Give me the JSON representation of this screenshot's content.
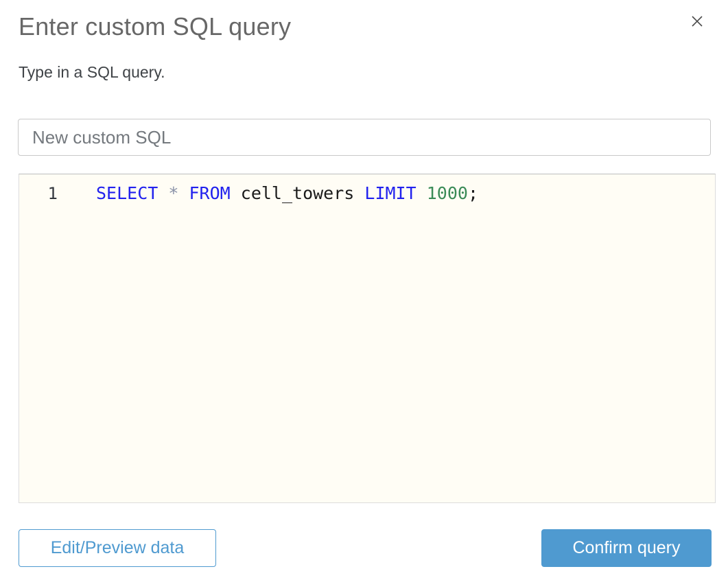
{
  "dialog": {
    "title": "Enter custom SQL query",
    "subtitle": "Type in a SQL query."
  },
  "name_field": {
    "value": "New custom SQL"
  },
  "sql_editor": {
    "lines": [
      {
        "number": "1",
        "tokens": [
          {
            "text": "SELECT",
            "type": "keyword"
          },
          {
            "text": " ",
            "type": "plain"
          },
          {
            "text": "*",
            "type": "operator"
          },
          {
            "text": " ",
            "type": "plain"
          },
          {
            "text": "FROM",
            "type": "keyword"
          },
          {
            "text": " cell_towers ",
            "type": "plain"
          },
          {
            "text": "LIMIT",
            "type": "keyword"
          },
          {
            "text": " ",
            "type": "plain"
          },
          {
            "text": "1000",
            "type": "number"
          },
          {
            "text": ";",
            "type": "plain"
          }
        ]
      }
    ],
    "query_plain_text": "SELECT * FROM cell_towers LIMIT 1000;"
  },
  "footer": {
    "edit_preview_label": "Edit/Preview data",
    "confirm_label": "Confirm query"
  },
  "colors": {
    "accent_blue": "#4f9ad0",
    "keyword_blue": "#2121ee",
    "number_green": "#3a8b57",
    "operator_gray": "#8a92a8",
    "editor_bg": "#fffdf5"
  }
}
